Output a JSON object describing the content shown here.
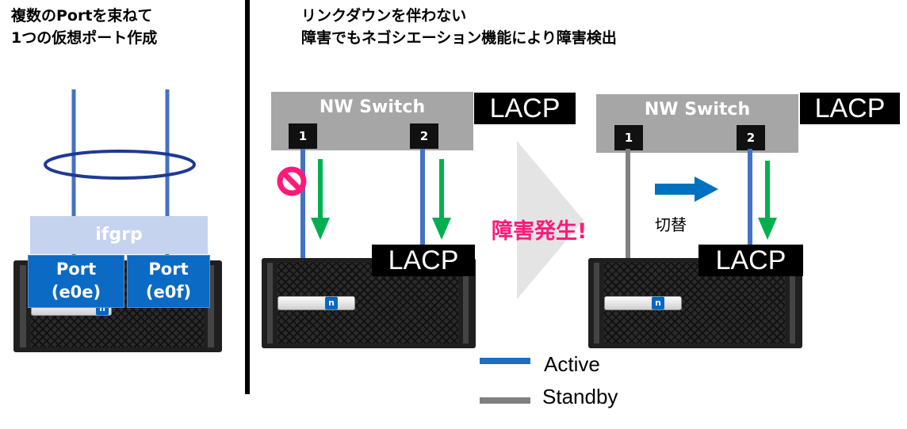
{
  "left_panel": {
    "title_line1": "複数のPortを束ねて",
    "title_line2": "1つの仮想ポート作成",
    "ifgrp_label": "ifgrp",
    "ports": [
      {
        "name": "Port",
        "id": "(e0e)"
      },
      {
        "name": "Port",
        "id": "(e0f)"
      }
    ]
  },
  "right_panel": {
    "title_line1": "リンクダウンを伴わない",
    "title_line2": "障害でもネゴシエーション機能により障害検出",
    "before": {
      "switch_label": "NW Switch",
      "switch_lacp": "LACP",
      "port1": "1",
      "port2": "2",
      "storage_lacp": "LACP"
    },
    "transition_text": "障害発生!",
    "after": {
      "switch_label": "NW Switch",
      "switch_lacp": "LACP",
      "port1": "1",
      "port2": "2",
      "switch_action": "切替",
      "storage_lacp": "LACP"
    }
  },
  "legend": [
    {
      "label": "Active",
      "color": "#1f6dc4"
    },
    {
      "label": "Standby",
      "color": "#808080"
    }
  ],
  "colors": {
    "active_link": "#4472c4",
    "standby_link": "#808080",
    "traffic_arrow": "#00b050",
    "failover_arrow": "#0070c0",
    "fail_text": "#ff1a7a",
    "no_entry_icon": "#ff1a7a"
  }
}
